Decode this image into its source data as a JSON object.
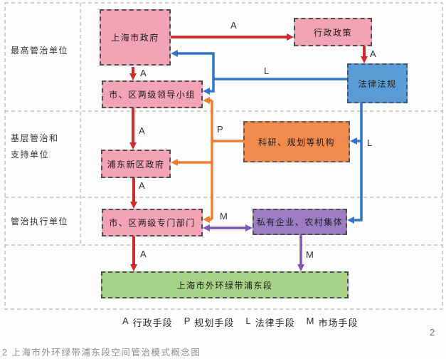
{
  "diagram": {
    "title_caption": "2 上海市外环绿带浦东段空间管治模式概念图",
    "page_number": "2",
    "row_labels": [
      {
        "line1": "最高管治单位",
        "line2": ""
      },
      {
        "line1": "基层管治和",
        "line2": "支持单位"
      },
      {
        "line1": "管治执行单位",
        "line2": ""
      }
    ],
    "nodes": [
      {
        "id": "shanghai-gov",
        "label": "上海市政府",
        "color": "#f2a3b6"
      },
      {
        "id": "admin-policy",
        "label": "行政政策",
        "color": "#f2a3b6"
      },
      {
        "id": "law-regulations",
        "label": "法律法规",
        "color": "#5c9cd6"
      },
      {
        "id": "leading-group",
        "label": "市、区两级领导小组",
        "color": "#f2a3b6"
      },
      {
        "id": "research-planning",
        "label": "科研、规划等机构",
        "color": "#f08a4d"
      },
      {
        "id": "pudong-gov",
        "label": "浦东新区政府",
        "color": "#f2a3b6"
      },
      {
        "id": "special-departments",
        "label": "市、区两级专门部门",
        "color": "#f2a3b6"
      },
      {
        "id": "private-collective",
        "label": "私有企业、农村集体",
        "color": "#9c7cc3"
      },
      {
        "id": "green-belt",
        "label": "上海市外环绿带浦东段",
        "color": "#a6d388"
      }
    ],
    "edges": [
      {
        "from": "上海市政府",
        "to": "行政政策",
        "label": "A"
      },
      {
        "from": "行政政策",
        "to": "法律法规",
        "label": "A"
      },
      {
        "from": "上海市政府",
        "to": "市、区两级领导小组",
        "label": "A"
      },
      {
        "from": "市、区两级领导小组",
        "to": "浦东新区政府",
        "label": "A"
      },
      {
        "from": "浦东新区政府",
        "to": "市、区两级专门部门",
        "label": "A"
      },
      {
        "from": "市、区两级专门部门",
        "to": "上海市外环绿带浦东段",
        "label": "A"
      },
      {
        "from": "法律法规",
        "to": "上海市政府",
        "label": "L"
      },
      {
        "from": "法律法规",
        "to": "市、区两级领导小组",
        "label": "L"
      },
      {
        "from": "法律法规",
        "to": "科研、规划等机构",
        "label": "L"
      },
      {
        "from": "法律法规",
        "to": "私有企业、农村集体",
        "label": ""
      },
      {
        "from": "科研、规划等机构",
        "to": "市、区两级领导小组",
        "label": "P"
      },
      {
        "from": "科研、规划等机构",
        "to": "浦东新区政府",
        "label": ""
      },
      {
        "from": "科研、规划等机构",
        "to": "市、区两级专门部门",
        "label": ""
      },
      {
        "from": "市、区两级专门部门",
        "to": "私有企业、农村集体",
        "label": "M",
        "bidirectional": true
      },
      {
        "from": "私有企业、农村集体",
        "to": "上海市外环绿带浦东段",
        "label": "M"
      }
    ],
    "edge_labels": [
      "A",
      "A",
      "A",
      "A",
      "A",
      "A",
      "L",
      "L",
      "P",
      "M",
      "M"
    ],
    "legend": {
      "items": [
        {
          "symbol": "A",
          "meaning": "行政手段"
        },
        {
          "symbol": "P",
          "meaning": "规划手段"
        },
        {
          "symbol": "L",
          "meaning": "法律手段"
        },
        {
          "symbol": "M",
          "meaning": "市场手段"
        }
      ]
    },
    "colors": {
      "admin_arrow": "#ce2b2b",
      "law_arrow": "#3077c8",
      "planning_arrow": "#ed7d31",
      "market_arrow": "#7e57b5",
      "grid_line": "#b4b4b4"
    }
  }
}
